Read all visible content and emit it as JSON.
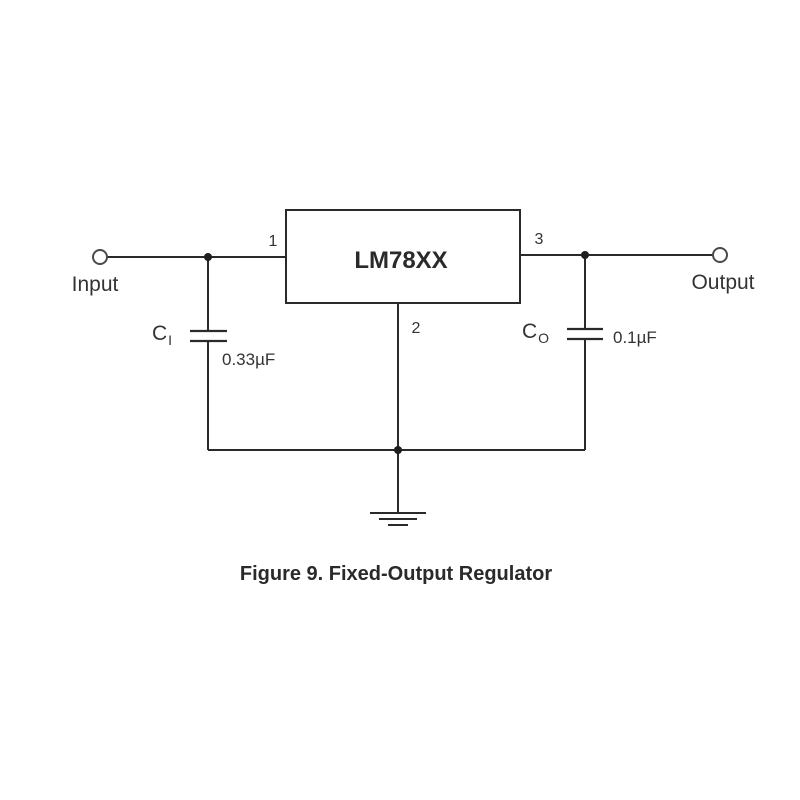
{
  "regulator": {
    "label": "LM78XX"
  },
  "pins": {
    "input": "1",
    "ground": "2",
    "output": "3"
  },
  "input_terminal": {
    "label": "Input"
  },
  "output_terminal": {
    "label": "Output"
  },
  "input_capacitor": {
    "name": "C",
    "subscript": "I",
    "value": "0.33µF"
  },
  "output_capacitor": {
    "name": "C",
    "subscript": "O",
    "value": "0.1µF"
  },
  "caption": "Figure 9. Fixed-Output Regulator",
  "colors": {
    "line": "#2a2a2a",
    "text": "#333333",
    "background": "#ffffff"
  }
}
